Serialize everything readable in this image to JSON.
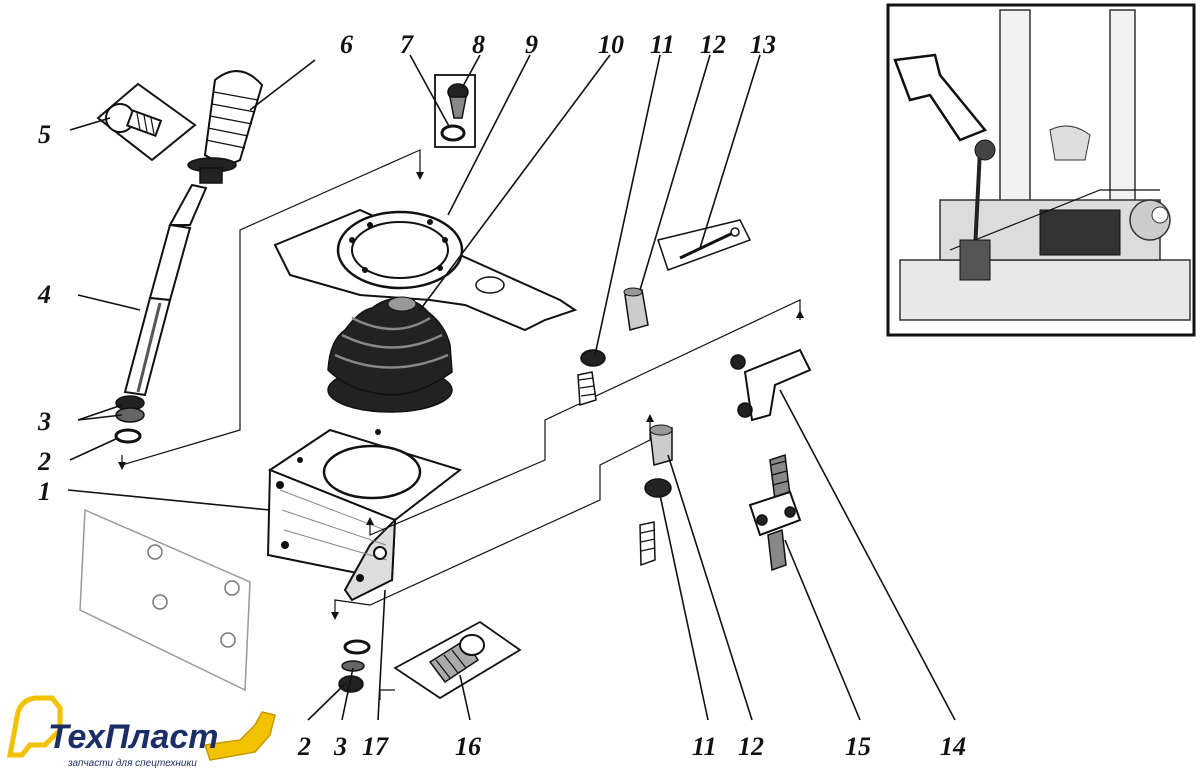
{
  "callouts": {
    "c1": "1",
    "c2": "2",
    "c3": "3",
    "c4": "4",
    "c5": "5",
    "c6": "6",
    "c7": "7",
    "c8": "8",
    "c9": "9",
    "c10": "10",
    "c11": "11",
    "c12": "12",
    "c13": "13",
    "c14": "14",
    "c15": "15",
    "c16": "16",
    "c17": "17"
  },
  "bottom_callouts": {
    "b2": "2",
    "b3": "3",
    "b17": "17",
    "b16": "16",
    "b11": "11",
    "b12": "12",
    "b15": "15",
    "b14": "14"
  },
  "brand": {
    "name": "ТехПласт",
    "tagline": "запчасти для спецтехники",
    "accent_color": "#f2c200",
    "text_color": "#1b2f66"
  }
}
